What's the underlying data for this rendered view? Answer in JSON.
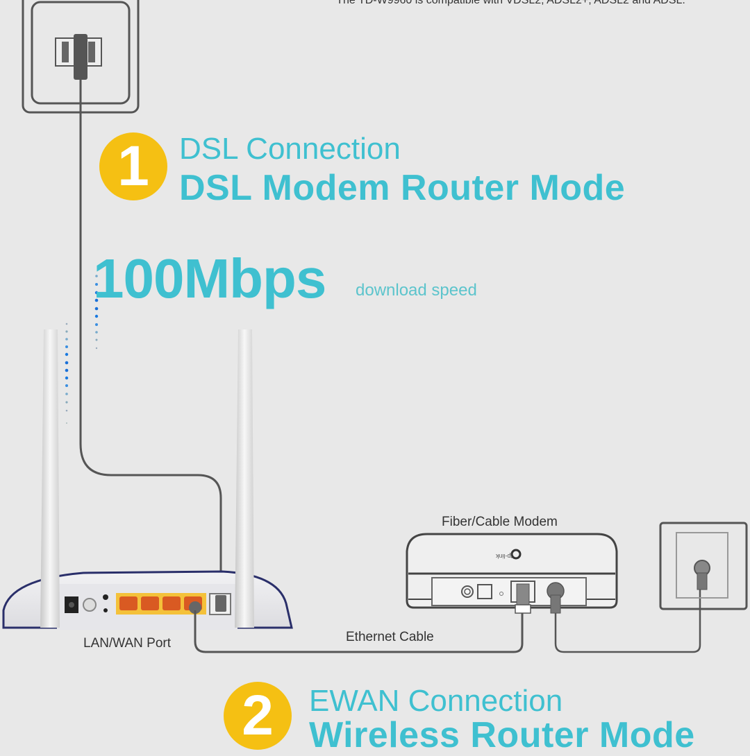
{
  "footnote": "*The TD-W9960 is compatible with VDSL2, ADSL2+, ADSL2 and ADSL.",
  "section1": {
    "number": "1",
    "connection": "DSL Connection",
    "mode": "DSL Modem Router Mode"
  },
  "speed": {
    "value": "100Mbps",
    "caption": "download speed"
  },
  "labels": {
    "lan_wan_port": "LAN/WAN Port",
    "ethernet_cable": "Ethernet Cable",
    "fiber_cable_modem": "Fiber/Cable Modem"
  },
  "section2": {
    "number": "2",
    "connection": "EWAN Connection",
    "mode": "Wireless Router Mode"
  },
  "colors": {
    "background": "#e8e8e8",
    "accent_teal": "#3fc0d0",
    "badge_yellow": "#f5c013",
    "cable_gray": "#555555",
    "port_orange": "#f0b030",
    "router_trim_navy": "#2a2f6a",
    "signal_blue": "#1a7ae0"
  },
  "icons": [
    "phone-wall-jack-icon",
    "router-icon",
    "modem-icon",
    "coax-wall-outlet-icon",
    "wifi-signal-dots-icon"
  ]
}
